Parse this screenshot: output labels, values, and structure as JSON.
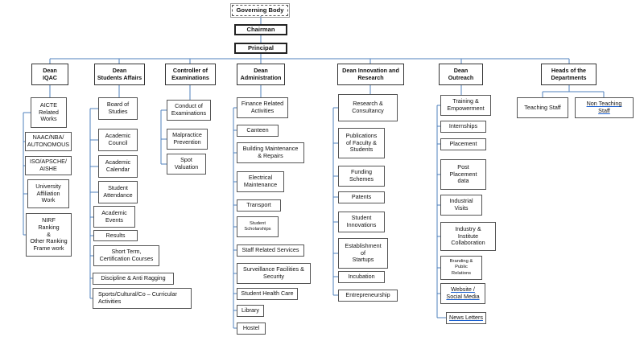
{
  "governing_body": "Governing Body",
  "chairman": "Chairman",
  "principal": "Principal",
  "departments": [
    {
      "head": "Dean\nIQAC",
      "items": [
        "AICTE\nRelated\nWorks",
        "NAAC/NBA/\nAUTONOMOUS",
        "ISO/APSCHE/\nAISHE",
        "University\nAffiliation\nWork",
        "NIRF\nRanking\n&\nOther Ranking\nFrame work"
      ]
    },
    {
      "head": "Dean\nStudents Affairs",
      "items": [
        "Board of\nStudies",
        "Academic\nCouncil",
        "Academic\nCalendar",
        "Student\nAttendance",
        "Academic\nEvents",
        "Results",
        "Short Term,\nCertification Courses",
        "Discipline & Anti Ragging",
        "Sports/Cultural/Co – Curricular\nActivities"
      ]
    },
    {
      "head": "Controller of\nExaminations",
      "items": [
        "Conduct of\nExaminations",
        "Malpractice\nPrevention",
        "Spot\nValuation"
      ]
    },
    {
      "head": "Dean\nAdministration",
      "items": [
        "Finance Related\nActivities",
        "Canteen",
        "Building Maintenance\n& Repairs",
        "Electrical\nMaintenance",
        "Transport",
        "Student\nScholarships",
        "Staff Related Services",
        "Surveillance Facilities &\nSecurity",
        "Student Health Care",
        "Library",
        "Hostel"
      ]
    },
    {
      "head": "Dean Innovation and\nResearch",
      "items": [
        "Research &\nConsultancy",
        "Publications\nof Faculty &\nStudents",
        "Funding\nSchemes",
        "Patents",
        "Student\nInnovations",
        "Establishment\nof\nStartups",
        "Incubation",
        "Entrepreneurship"
      ]
    },
    {
      "head": "Dean\nOutreach",
      "items": [
        "Training &\nEmpowerment",
        "Internships",
        "Placement",
        "Post\nPlacement\ndata",
        "Industrial\nVisits",
        "Industry &\nInstitute\nCollaboration",
        "Branding &\nPublic\nRelations",
        "Website /\nSocial Media",
        "News Letters"
      ]
    },
    {
      "head": "Heads of the\nDepartments",
      "items": [
        "Teaching Staff",
        "Non Teaching\nStaff"
      ]
    }
  ]
}
